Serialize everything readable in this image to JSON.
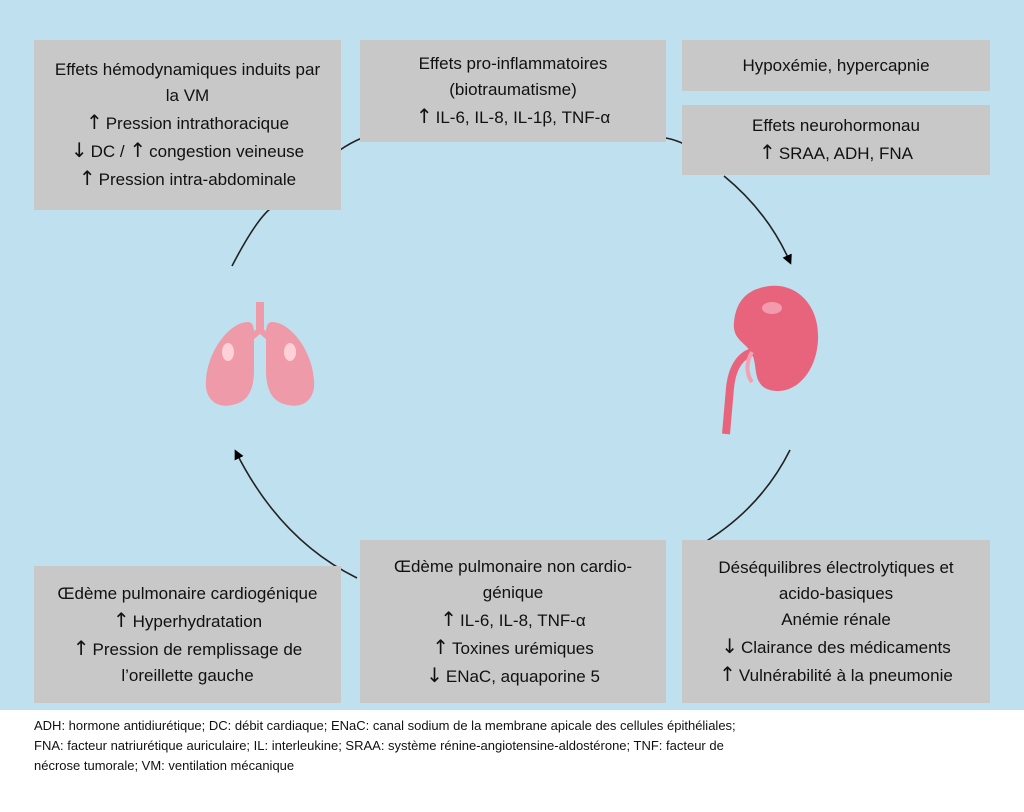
{
  "boxes": {
    "hemodynamic": {
      "title_1": "Effets hémodynamiques induits par",
      "title_2": "la VM",
      "item_1": "Pression intrathoracique",
      "item_2_a": "DC /",
      "item_2_b": "congestion veineuse",
      "item_3": "Pression intra-abdominale"
    },
    "inflammatory": {
      "title_1": "Effets pro-inflammatoires",
      "title_2": "(biotraumatisme)",
      "item_1": "IL-6, IL-8, IL-1β, TNF-α"
    },
    "hypoxemia": {
      "title": "Hypoxémie, hypercapnie"
    },
    "neurohormonal": {
      "title": "Effets neurohormonau",
      "item_1": "SRAA, ADH, FNA"
    },
    "cardiogenic": {
      "title": "Œdème pulmonaire cardiogénique",
      "item_1": "Hyperhydratation",
      "item_2": "Pression de remplissage de l’oreillette gauche"
    },
    "noncardiogenic": {
      "title_1": "Œdème pulmonaire non cardio-",
      "title_2": "génique",
      "item_1": "IL-6, IL-8, TNF-α",
      "item_2": "Toxines urémiques",
      "item_3": "ENaC, aquaporine 5"
    },
    "electrolytic": {
      "title_1": "Déséquilibres électrolytiques et",
      "title_2": "acido-basiques",
      "item_1": "Anémie rénale",
      "item_2": "Clairance des médicaments",
      "item_3": "Vulnérabilité à la pneumonie"
    }
  },
  "arrows": {
    "up": "↑",
    "down": "↓"
  },
  "footnote": {
    "line_1": "ADH: hormone antidiurétique; DC: débit cardiaque; ENaC: canal sodium de la membrane apicale des cellules épithéliales;",
    "line_2": "FNA: facteur natriurétique auriculaire; IL: interleukine; SRAA: système rénine-angiotensine-aldostérone; TNF: facteur de",
    "line_3": "nécrose tumorale; VM: ventilation mécanique"
  },
  "icons": {
    "lungs": "lungs-icon",
    "kidney": "kidney-icon"
  },
  "colors": {
    "background": "#bfe0ee",
    "box": "#c8c8c8",
    "lungs": "#ef9aa8",
    "kidney": "#e8647c"
  }
}
